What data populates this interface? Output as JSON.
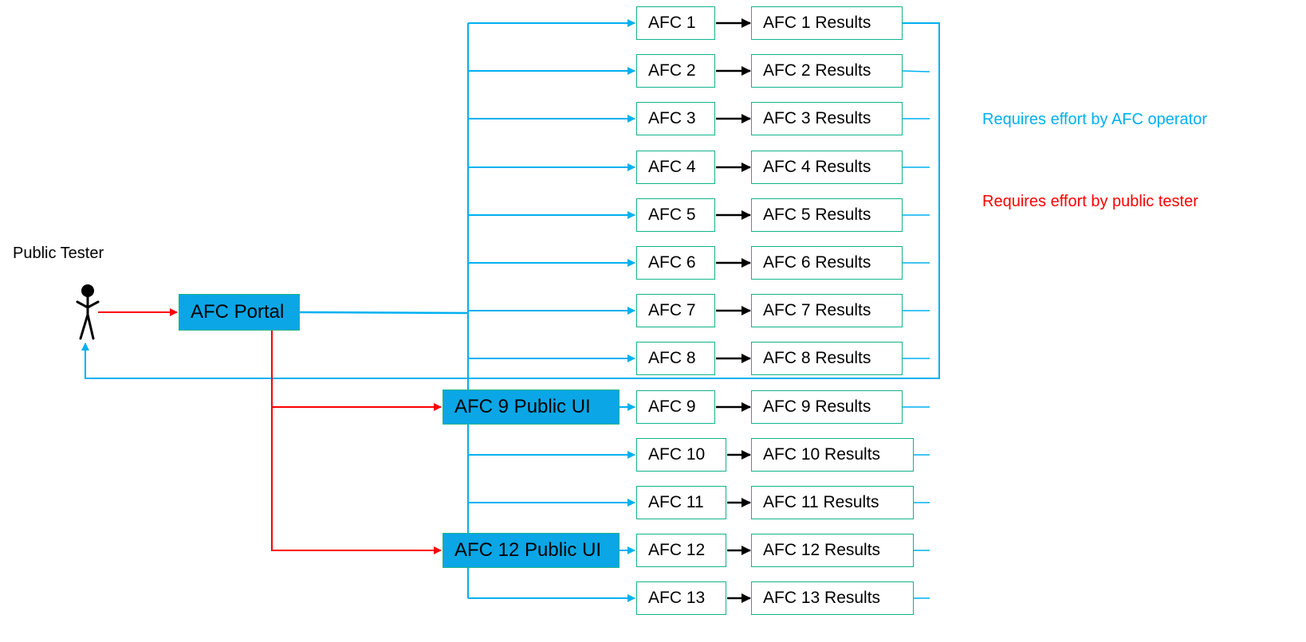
{
  "actor": {
    "label": "Public Tester"
  },
  "portal": {
    "label": "AFC Portal"
  },
  "public_uis": [
    {
      "label": "AFC 9 Public UI"
    },
    {
      "label": "AFC 12 Public UI"
    }
  ],
  "afcs": [
    {
      "label": "AFC 1",
      "result": "AFC 1 Results"
    },
    {
      "label": "AFC 2",
      "result": "AFC 2 Results"
    },
    {
      "label": "AFC 3",
      "result": "AFC 3 Results"
    },
    {
      "label": "AFC 4",
      "result": "AFC 4 Results"
    },
    {
      "label": "AFC 5",
      "result": "AFC 5 Results"
    },
    {
      "label": "AFC 6",
      "result": "AFC 6 Results"
    },
    {
      "label": "AFC 7",
      "result": "AFC 7 Results"
    },
    {
      "label": "AFC 8",
      "result": "AFC 8 Results"
    },
    {
      "label": "AFC 9",
      "result": "AFC 9 Results"
    },
    {
      "label": "AFC 10",
      "result": "AFC 10 Results"
    },
    {
      "label": "AFC 11",
      "result": "AFC 11 Results"
    },
    {
      "label": "AFC 12",
      "result": "AFC 12 Results"
    },
    {
      "label": "AFC 13",
      "result": "AFC 13 Results"
    }
  ],
  "legend": [
    {
      "text": "Requires effort by AFC operator",
      "color": "#00b0f0"
    },
    {
      "text": "Requires effort by public tester",
      "color": "#ff0000"
    }
  ],
  "colors": {
    "operator_line": "#00b0f0",
    "tester_line": "#ff0000",
    "box_border": "#10b38a",
    "portal_fill": "#0aa6e6"
  }
}
